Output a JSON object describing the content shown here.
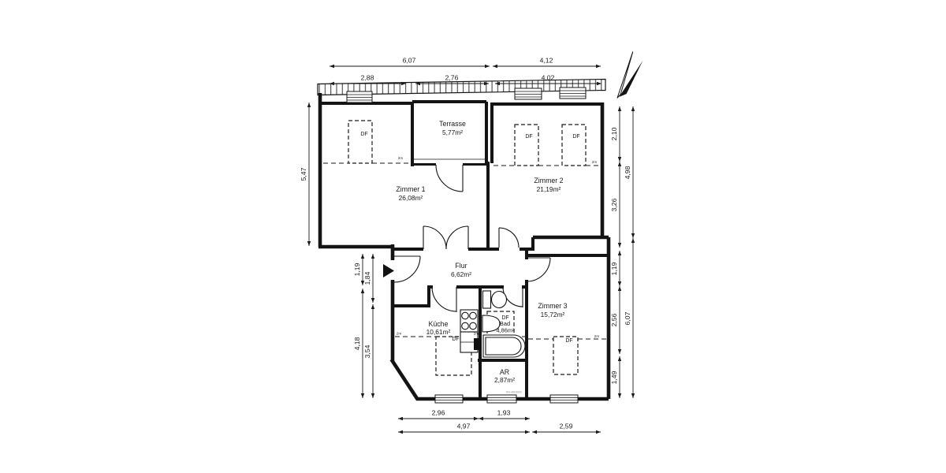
{
  "drawing": {
    "title": "floor-plan",
    "colors": {
      "line": "#1a1a1a",
      "background": "#ffffff"
    },
    "rooms": [
      {
        "id": "zimmer1",
        "name": "Zimmer 1",
        "area": "26,08m²"
      },
      {
        "id": "terrasse",
        "name": "Terrasse",
        "area": "5,77m²"
      },
      {
        "id": "zimmer2",
        "name": "Zimmer 2",
        "area": "21,19m²"
      },
      {
        "id": "flur",
        "name": "Flur",
        "area": "6,62m²"
      },
      {
        "id": "kueche",
        "name": "Küche",
        "area": "10,61m²"
      },
      {
        "id": "bad",
        "name": "Bad",
        "area": "4,86m²"
      },
      {
        "id": "zimmer3",
        "name": "Zimmer 3",
        "area": "15,72m²"
      },
      {
        "id": "ar",
        "name": "AR",
        "area": "2,87m²"
      }
    ],
    "dimensions": {
      "top": [
        {
          "label": "6,07"
        },
        {
          "label": "4,12"
        },
        {
          "label": "2,88"
        },
        {
          "label": "2,76"
        },
        {
          "label": "4,02"
        }
      ],
      "bottom": [
        {
          "label": "2,96"
        },
        {
          "label": "1,93"
        },
        {
          "label": "4,97"
        },
        {
          "label": "2,59"
        }
      ],
      "left": [
        {
          "label": "5,47"
        },
        {
          "label": "1,19"
        },
        {
          "label": "1,84"
        },
        {
          "label": "4,18"
        },
        {
          "label": "3,54"
        }
      ],
      "right": [
        {
          "label": "2,10"
        },
        {
          "label": "3,26"
        },
        {
          "label": "1,19"
        },
        {
          "label": "2,56"
        },
        {
          "label": "1,49"
        },
        {
          "label": "4,98"
        },
        {
          "label": "6,07"
        }
      ]
    },
    "markers": {
      "roof_window_label": "DF",
      "height_line_label": "2m",
      "tiny_note": "5m+60x60m"
    }
  }
}
